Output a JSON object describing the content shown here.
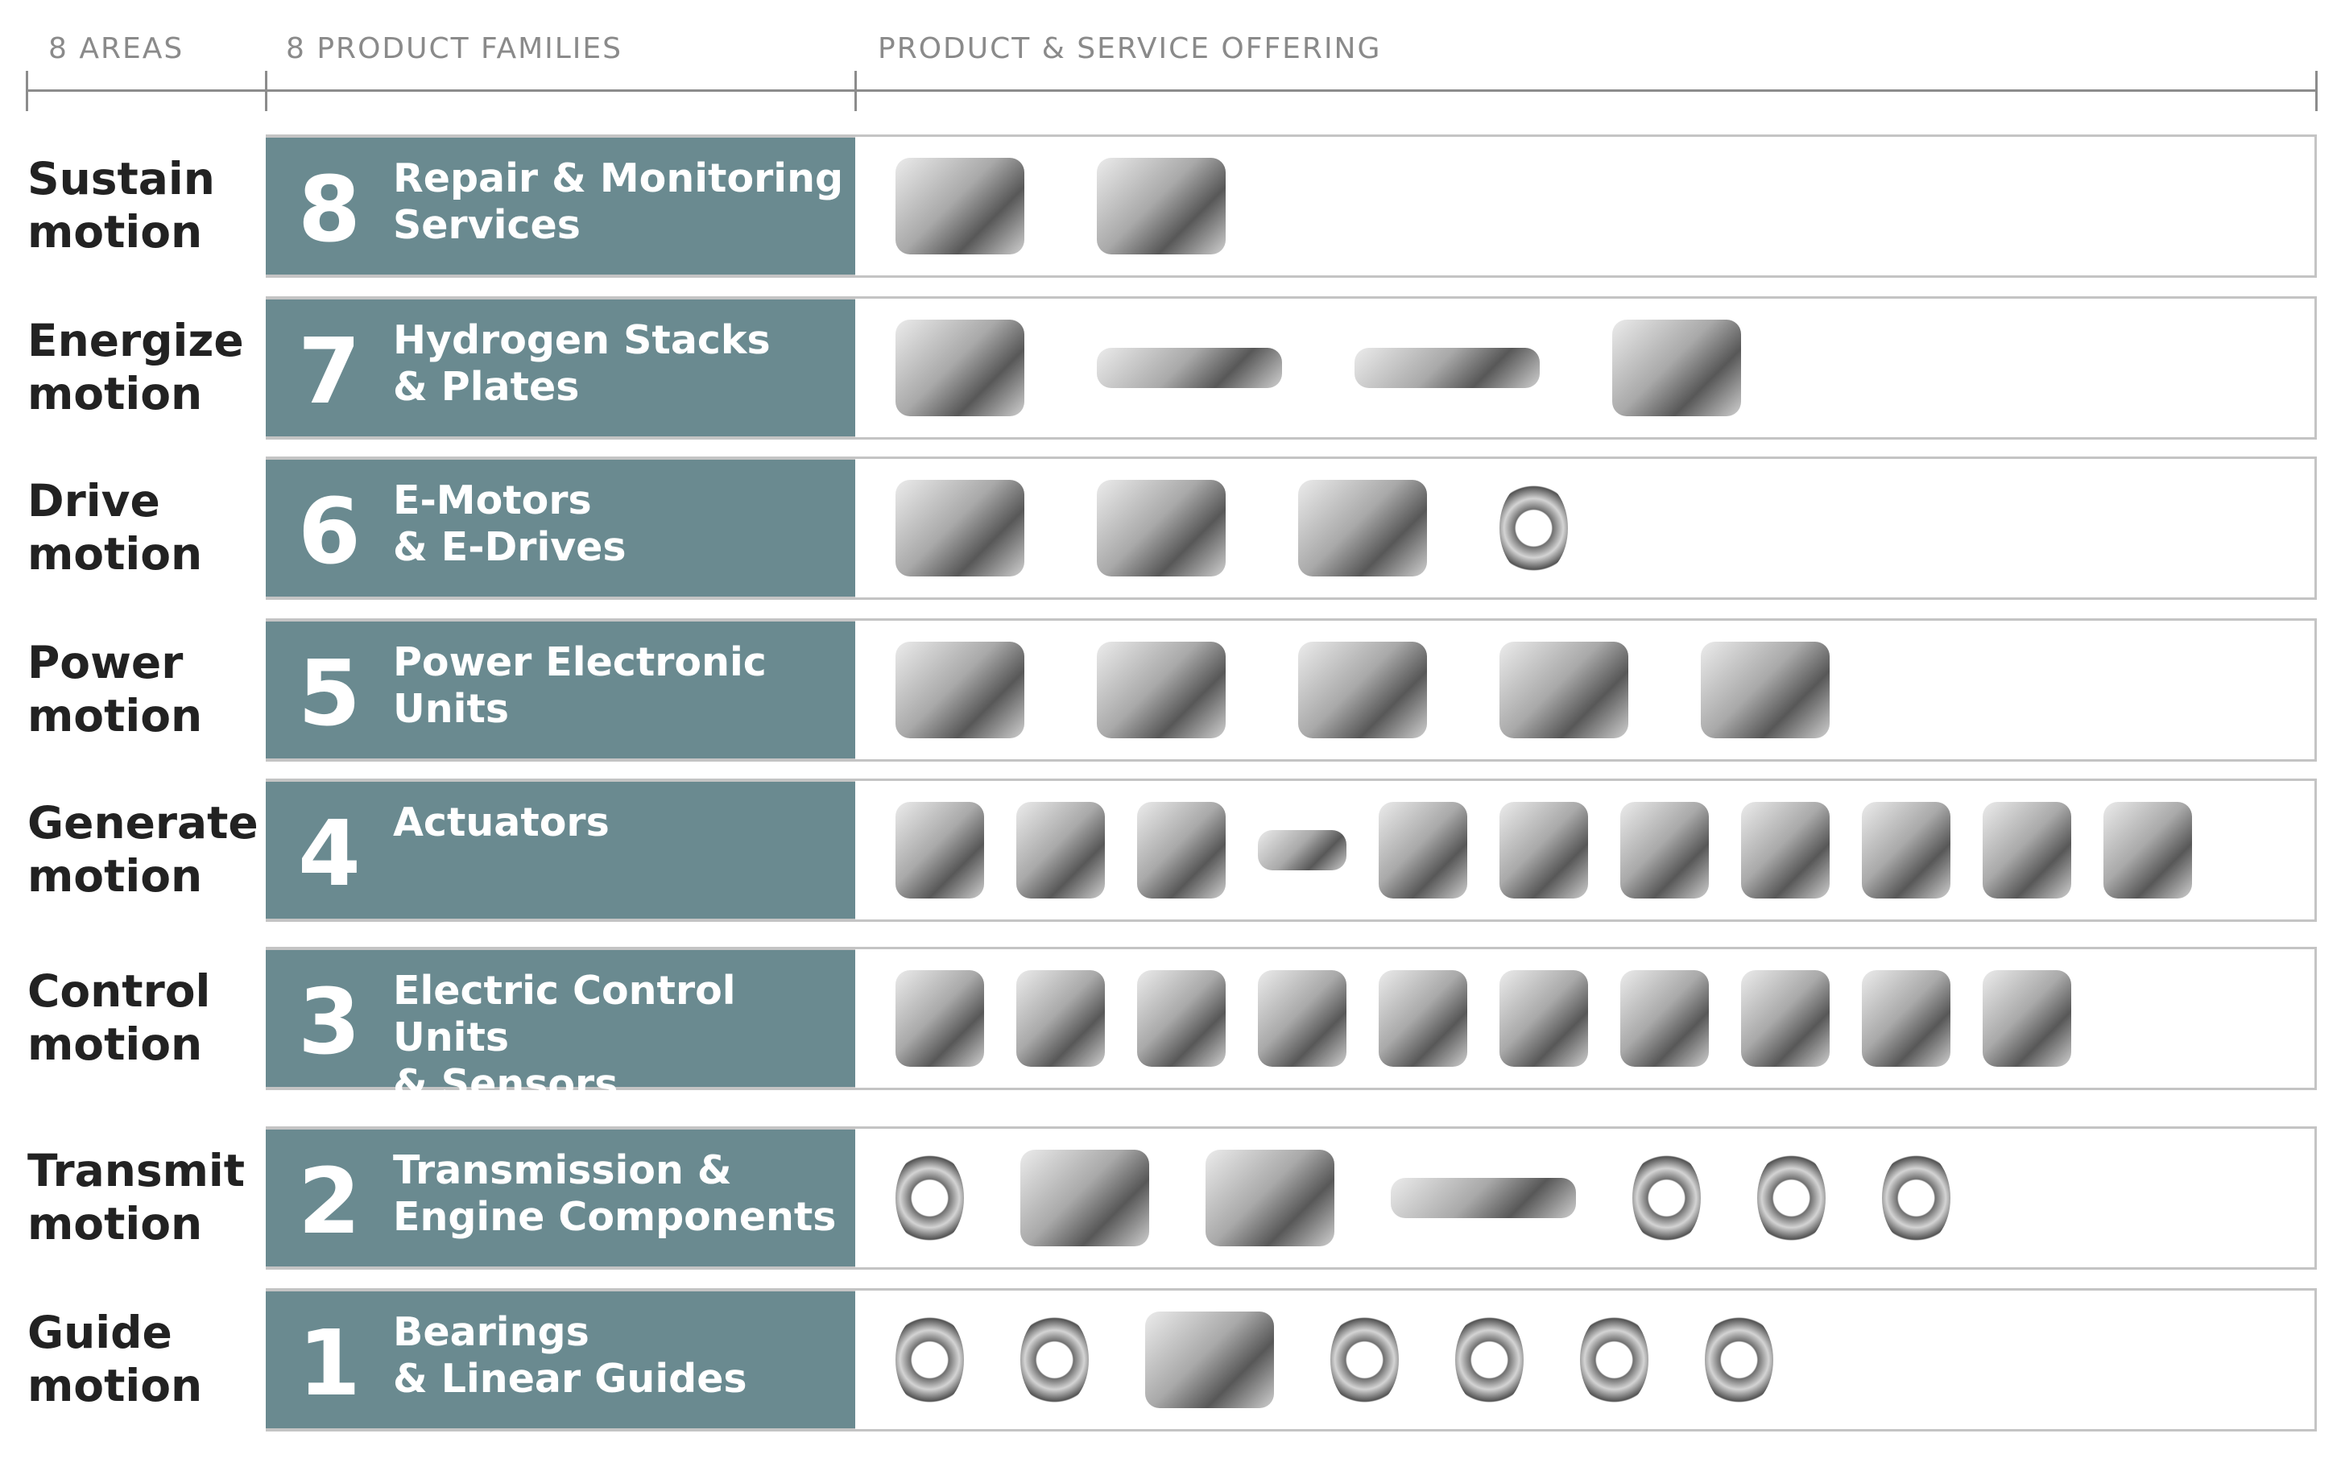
{
  "header": {
    "areas": "8 AREAS",
    "families": "8 PRODUCT FAMILIES",
    "offering": "PRODUCT & SERVICE OFFERING"
  },
  "colors": {
    "family_bg": "#6a8a90",
    "border": "#c4c4c4",
    "header_text": "#8a8a8a"
  },
  "rows": [
    {
      "area": "Sustain\nmotion",
      "number": "8",
      "family": "Repair & Monitoring\nServices",
      "products": [
        "diagnostic-kit",
        "tablet"
      ]
    },
    {
      "area": "Energize\nmotion",
      "number": "7",
      "family": "Hydrogen Stacks\n& Plates",
      "products": [
        "fuel-cell-stacks",
        "bipolar-plate",
        "plate",
        "hydrogen-stack"
      ]
    },
    {
      "area": "Drive\nmotion",
      "number": "6",
      "family": "E-Motors\n& E-Drives",
      "products": [
        "e-drive-unit",
        "ev-chassis",
        "e-axle",
        "e-motor-rotor"
      ]
    },
    {
      "area": "Power\nmotion",
      "number": "5",
      "family": "Power Electronic\nUnits",
      "products": [
        "inverter",
        "power-module",
        "dc-dc-converter",
        "power-board",
        "control-unit"
      ]
    },
    {
      "area": "Generate\nmotion",
      "number": "4",
      "family": "Actuators",
      "products": [
        "actuator",
        "pump",
        "valve-actuator",
        "linear-actuator",
        "cable-actuator",
        "hydraulic-valve",
        "motor-actuator",
        "robot-arm",
        "solenoid-valve",
        "water-pump",
        "electro-hydraulic-unit"
      ]
    },
    {
      "area": "Control\nmotion",
      "number": "3",
      "family": "Electric Control Units\n& Sensors",
      "products": [
        "sensor-probe",
        "ecu",
        "ecu-board",
        "sensor",
        "throttle-body",
        "ecu-housing",
        "control-module",
        "ecu-box",
        "ecu-cover",
        "valve-body"
      ]
    },
    {
      "area": "Transmit\nmotion",
      "number": "2",
      "family": "Transmission &\nEngine Components",
      "products": [
        "bearing-assembly",
        "gear-set",
        "gearbox",
        "ball-screw",
        "clutch",
        "dual-mass-flywheel",
        "hub-bearing"
      ]
    },
    {
      "area": "Guide\nmotion",
      "number": "1",
      "family": "Bearings\n& Linear Guides",
      "products": [
        "ball-bearing",
        "bearing-unit",
        "linear-guide",
        "thin-bearing",
        "plain-bearing",
        "roller-bearing",
        "slewing-ring"
      ]
    }
  ]
}
